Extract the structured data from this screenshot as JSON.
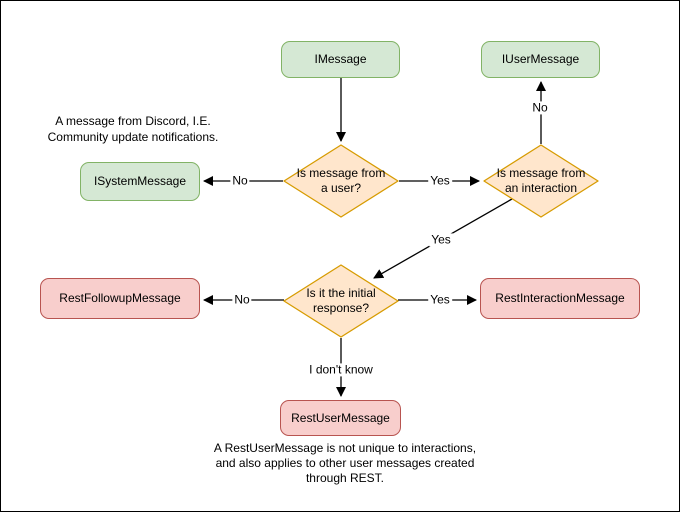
{
  "nodes": {
    "imessage": {
      "label": "IMessage"
    },
    "iusermessage": {
      "label": "IUserMessage"
    },
    "isystemmessage": {
      "label": "ISystemMessage"
    },
    "restfollowupmessage": {
      "label": "RestFollowupMessage"
    },
    "restinteractionmessage": {
      "label": "RestInteractionMessage"
    },
    "restusermessage": {
      "label": "RestUserMessage"
    },
    "decision_user": {
      "label": "Is message from a user?"
    },
    "decision_interaction": {
      "label": "Is message from an interaction"
    },
    "decision_initial": {
      "label": "Is it the initial response?"
    }
  },
  "edge_labels": {
    "user_no": "No",
    "user_yes": "Yes",
    "interaction_no": "No",
    "interaction_yes": "Yes",
    "initial_no": "No",
    "initial_yes": "Yes",
    "initial_dont_know": "I don't know"
  },
  "annotations": {
    "system_note_line1": "A message from Discord, I.E.",
    "system_note_line2": "Community update notifications.",
    "rest_note_line1": "A RestUserMessage is not unique to interactions,",
    "rest_note_line2": "and also applies to other user messages created",
    "rest_note_line3": "through REST."
  },
  "colors": {
    "interface_fill": "#d5e8d4",
    "interface_stroke": "#82b366",
    "decision_fill": "#ffe6cc",
    "decision_stroke": "#d79b00",
    "rest_fill": "#f8cecc",
    "rest_stroke": "#b85450",
    "connector": "#000000",
    "frame_border": "#000000",
    "background": "#ffffff"
  }
}
